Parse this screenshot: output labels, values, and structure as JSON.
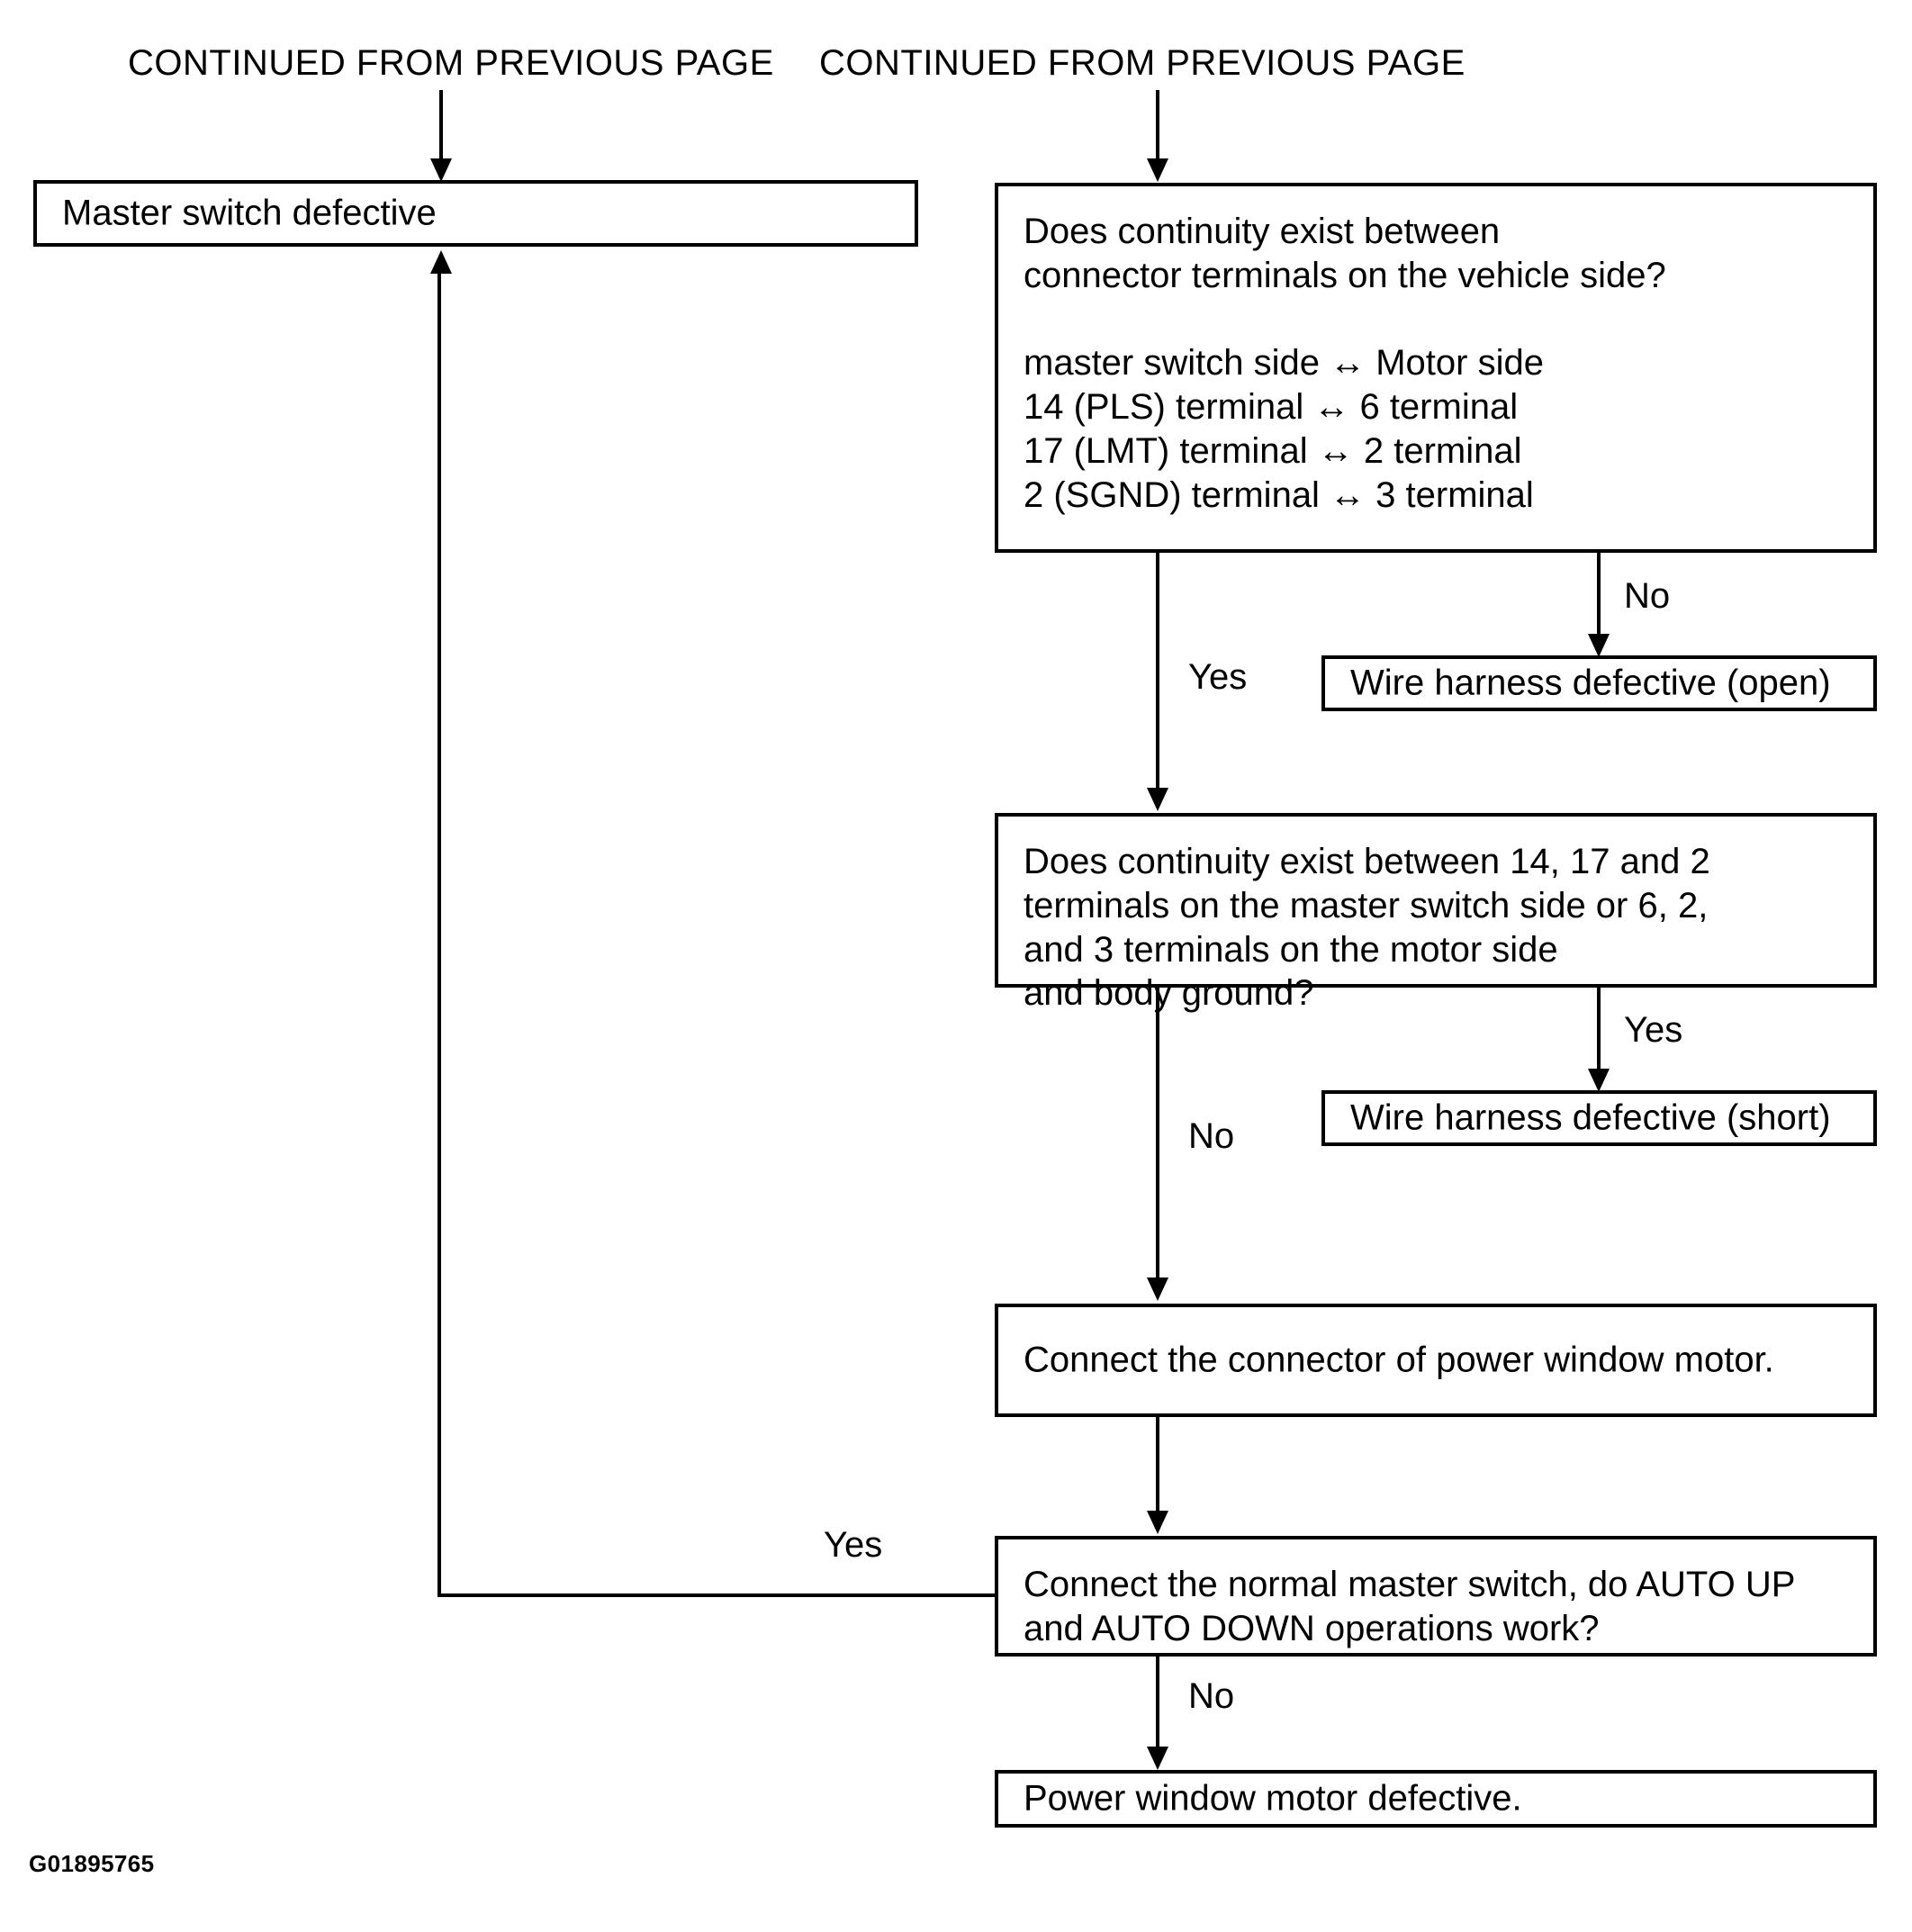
{
  "figure": {
    "id_label": "G01895765",
    "type": "flowchart",
    "title": "Power window master switch / motor continuity diagnostic flow"
  },
  "headers": [
    {
      "text": "CONTINUED FROM PREVIOUS PAGE"
    },
    {
      "text": "CONTINUED FROM PREVIOUS PAGE"
    }
  ],
  "nodes": {
    "master_switch_defective": {
      "text": "Master switch defective"
    },
    "continuity_vehicle_side": {
      "text": "Does continuity exist between\nconnector terminals on the vehicle side?\n\nmaster switch side ↔ Motor side\n   14 (PLS) terminal ↔ 6 terminal\n   17 (LMT) terminal ↔ 2 terminal\n  2 (SGND) terminal ↔ 3 terminal"
    },
    "wire_harness_open": {
      "text": "Wire harness defective (open)"
    },
    "continuity_body_ground": {
      "text": "Does continuity exist between 14, 17 and 2\nterminals on the master switch side or 6, 2,\nand 3 terminals on the motor side\nand body ground?"
    },
    "wire_harness_short": {
      "text": "Wire harness defective (short)"
    },
    "connect_motor_connector": {
      "text": "Connect the connector of power window motor."
    },
    "connect_normal_master_switch": {
      "text": "Connect the normal master switch, do AUTO UP\nand AUTO DOWN operations work?"
    },
    "power_window_motor_defective": {
      "text": "Power window motor defective."
    }
  },
  "branch_labels": {
    "no_vehicle_side": "No",
    "yes_vehicle_side": "Yes",
    "yes_body_ground": "Yes",
    "no_body_ground": "No",
    "yes_auto_operations": "Yes",
    "no_auto_operations": "No"
  }
}
